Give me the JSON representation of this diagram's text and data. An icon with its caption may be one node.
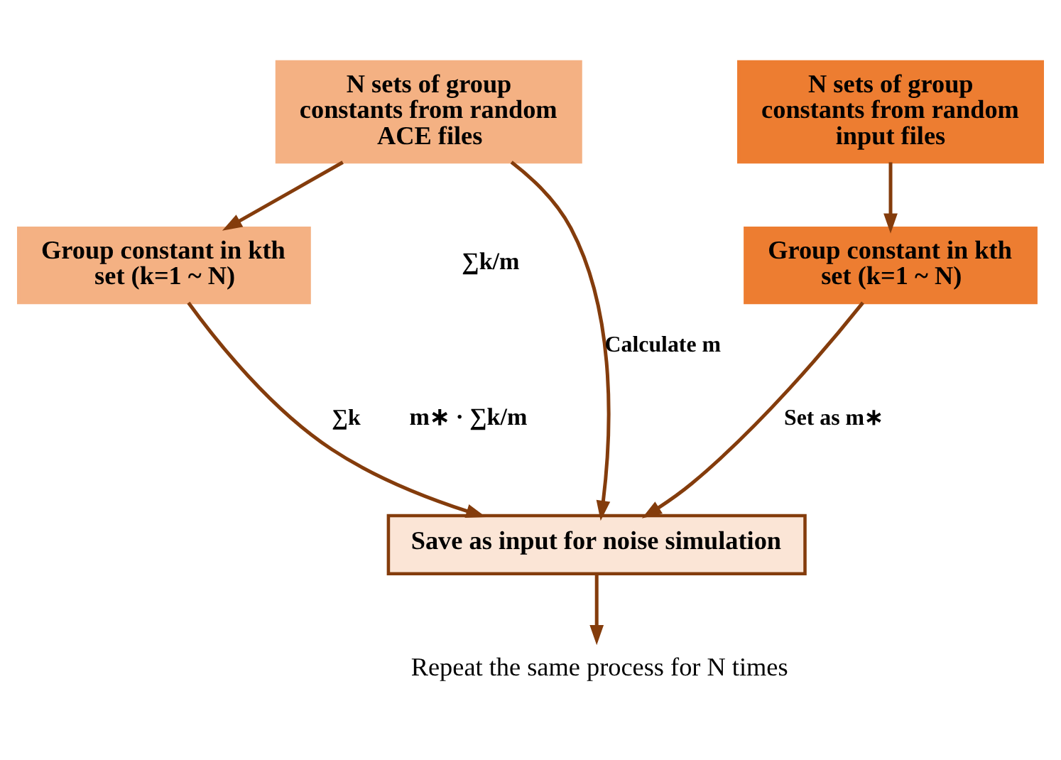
{
  "diagram": {
    "nodes": [
      {
        "text": [
          "N sets of group constants from random ACE files"
        ]
      },
      {
        "text": [
          "Group constant in kth set (k=1 ~ N)"
        ]
      },
      {
        "text": [
          "N sets of group constants from random input files"
        ]
      },
      {
        "text": [
          "Group constant in kth set (k=1 ~ N)"
        ]
      },
      {
        "text": [
          "Save as input for noise simulation"
        ]
      },
      {
        "text": [
          "Repeat the same process for N times"
        ]
      }
    ],
    "edges": [
      {
        "from": 0,
        "to": 1,
        "arrow": "to"
      },
      {
        "from": 2,
        "to": 3,
        "arrow": "to"
      },
      {
        "from": 0,
        "to": 4,
        "arrow": "to",
        "label": "Calculate m"
      },
      {
        "from": 1,
        "to": 4,
        "arrow": "to",
        "label": "∑k"
      },
      {
        "from": 3,
        "to": 4,
        "arrow": "to",
        "label": "Set as m∗"
      },
      {
        "from": 4,
        "to": 5,
        "arrow": "to"
      }
    ],
    "labels": [
      "∑k/m",
      "m∗ · ∑k/m"
    ]
  }
}
